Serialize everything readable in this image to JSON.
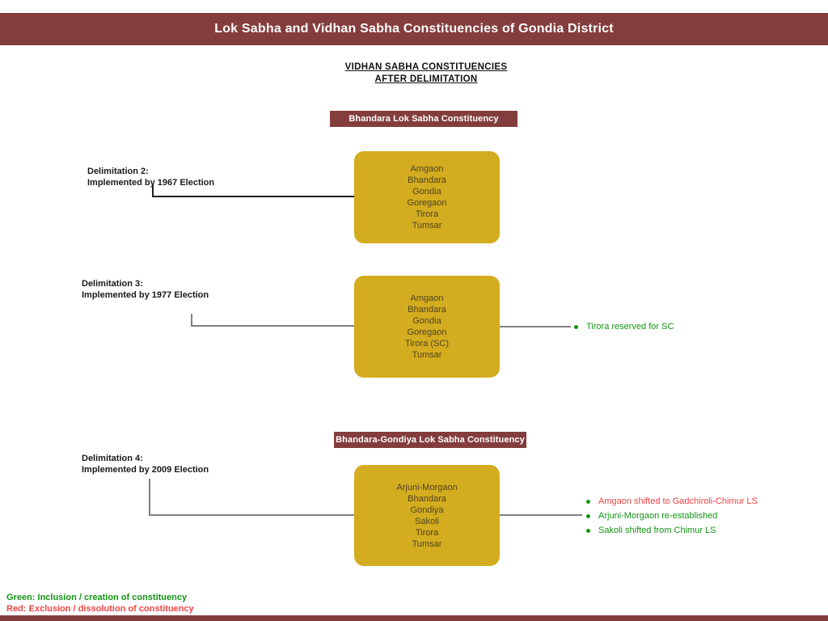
{
  "header": {
    "title": "Lok Sabha and Vidhan Sabha Constituencies of Gondia District"
  },
  "subtitle": {
    "line1": "VIDHAN SABHA CONSTITUENCIES",
    "line2": "AFTER DELIMITATION"
  },
  "sections": [
    {
      "ls_label": "Bhandara Lok Sabha Constituency",
      "delimitation": {
        "line1": "Delimitation 2:",
        "line2": "Implemented by 1967 Election"
      },
      "constituencies": [
        "Amgaon",
        "Bhandara",
        "Gondia",
        "Goregaon",
        "Tirora",
        "Tumsar"
      ],
      "notes": []
    },
    {
      "ls_label": "",
      "delimitation": {
        "line1": "Delimitation 3:",
        "line2": "Implemented by 1977 Election"
      },
      "constituencies": [
        "Amgaon",
        "Bhandara",
        "Gondia",
        "Goregaon",
        "Tirora (SC)",
        "Tumsar"
      ],
      "notes": [
        {
          "text": "Tirora reserved for SC",
          "color": "green"
        }
      ]
    },
    {
      "ls_label": "Bhandara-Gondiya Lok Sabha Constituency",
      "delimitation": {
        "line1": "Delimitation 4:",
        "line2": "Implemented by 2009 Election"
      },
      "constituencies": [
        "Arjuni-Morgaon",
        "Bhandara",
        "Gondiya",
        "Sakoli",
        "Tirora",
        "Tumsar"
      ],
      "notes": [
        {
          "text": "Amgaon shifted to Gadchiroli-Chimur LS",
          "color": "red"
        },
        {
          "text": "Arjuni-Morgaon re-established",
          "color": "green"
        },
        {
          "text": "Sakoli shifted from Chimur LS",
          "color": "green"
        }
      ]
    }
  ],
  "legend": {
    "green": "Green: Inclusion / creation of constituency",
    "red": "Red: Exclusion / dissolution of constituency"
  },
  "colors": {
    "maroon": "#843D3D",
    "gold": "#D4AC1F",
    "box_text": "#4E4420",
    "green": "#149414",
    "red": "#EF4444",
    "connector_dark": "#1F1F1F",
    "connector_gray": "#808080"
  }
}
